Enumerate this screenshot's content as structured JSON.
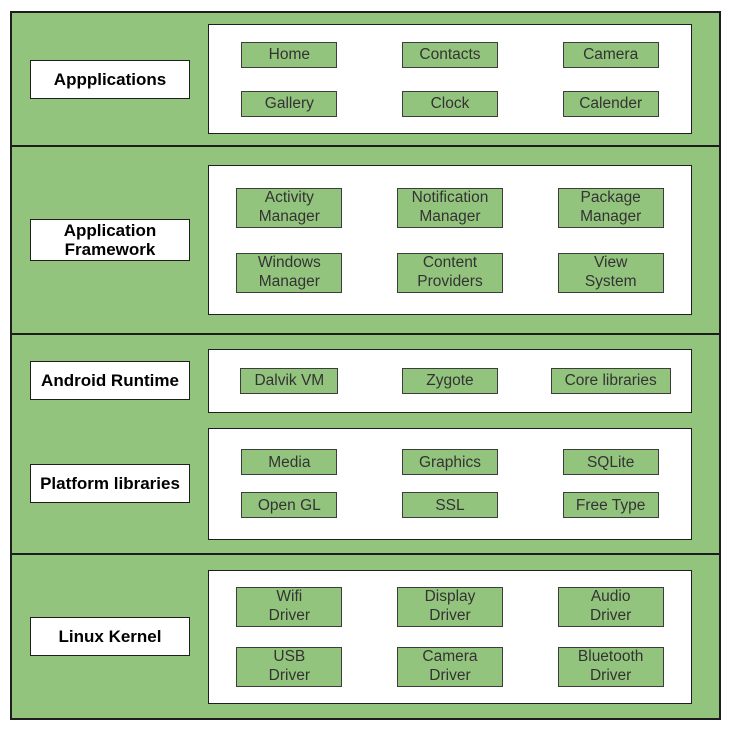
{
  "colors": {
    "band_green": "#93c47d",
    "chip_green": "#93c47d",
    "chip_border": "#3d3d3d",
    "chip_text": "#333333",
    "label_text": "#000000",
    "outline": "#1e1e1e"
  },
  "layers": [
    {
      "label": "Appplications",
      "chips": [
        {
          "label": "Home"
        },
        {
          "label": "Contacts"
        },
        {
          "label": "Camera"
        },
        {
          "label": "Gallery"
        },
        {
          "label": "Clock"
        },
        {
          "label": "Calender"
        }
      ]
    },
    {
      "label": "Application Framework",
      "chips": [
        {
          "label": "Activity\nManager"
        },
        {
          "label": "Notification\nManager"
        },
        {
          "label": "Package\nManager"
        },
        {
          "label": "Windows\nManager"
        },
        {
          "label": "Content\nProviders"
        },
        {
          "label": "View\nSystem"
        }
      ]
    },
    {
      "label": "Android Runtime",
      "chips": [
        {
          "label": "Dalvik VM"
        },
        {
          "label": "Zygote"
        },
        {
          "label": "Core libraries"
        }
      ]
    },
    {
      "label": "Platform libraries",
      "chips": [
        {
          "label": "Media"
        },
        {
          "label": "Graphics"
        },
        {
          "label": "SQLite"
        },
        {
          "label": "Open GL"
        },
        {
          "label": "SSL"
        },
        {
          "label": "Free Type"
        }
      ]
    },
    {
      "label": "Linux Kernel",
      "chips": [
        {
          "label": "Wifi\nDriver"
        },
        {
          "label": "Display\nDriver"
        },
        {
          "label": "Audio\nDriver"
        },
        {
          "label": "USB\nDriver"
        },
        {
          "label": "Camera\nDriver"
        },
        {
          "label": "Bluetooth\nDriver"
        }
      ]
    }
  ]
}
